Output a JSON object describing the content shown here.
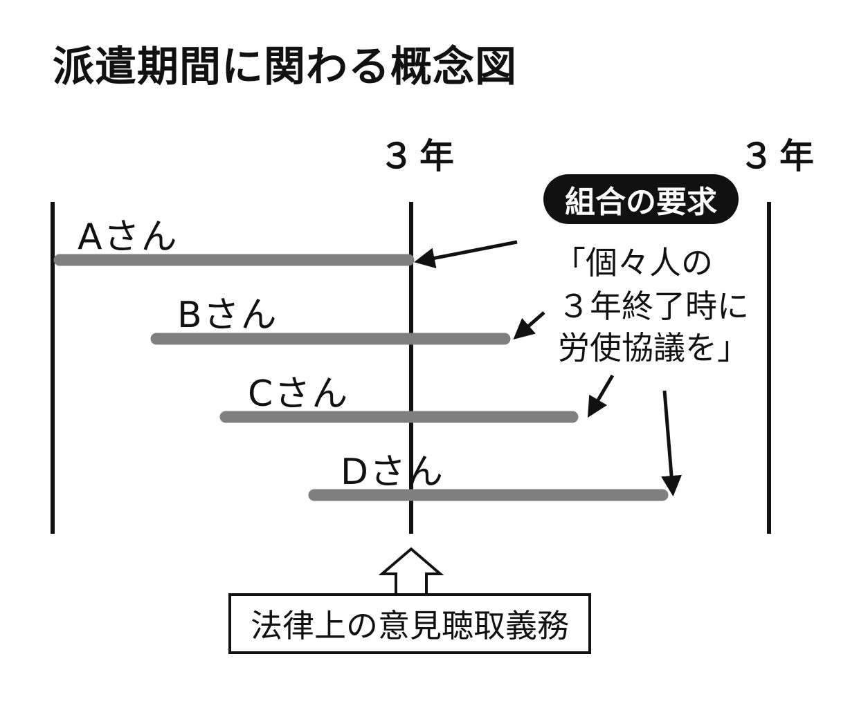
{
  "title": "派遣期間に関わる概念図",
  "year_labels": [
    "３年",
    "３年"
  ],
  "persons": [
    {
      "label": "Aさん"
    },
    {
      "label": "Bさん"
    },
    {
      "label": "Cさん"
    },
    {
      "label": "Dさん"
    }
  ],
  "union_badge": "組合の要求",
  "union_request_lines": [
    "「個々人の",
    "３年終了時に",
    "労使協議を」"
  ],
  "legal_box": "法律上の意見聴取義務",
  "colors": {
    "bar": "#7f7f80",
    "line": "#111111",
    "badge_bg": "#111111",
    "badge_text": "#ffffff"
  }
}
